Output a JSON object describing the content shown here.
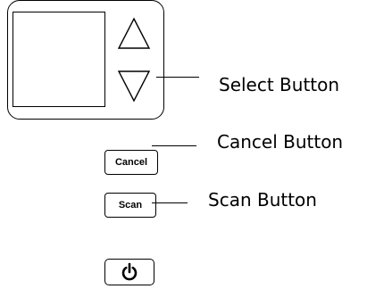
{
  "labels": {
    "select": "Select Button",
    "cancel": "Cancel Button",
    "scan": "Scan Button"
  },
  "buttons": {
    "cancel": "Cancel",
    "scan": "Scan"
  },
  "icons": {
    "up": "triangle-up-icon",
    "down": "triangle-down-icon",
    "power": "power-icon"
  }
}
